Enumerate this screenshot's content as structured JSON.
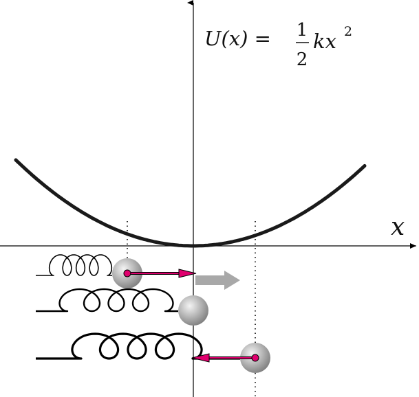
{
  "equation": {
    "lhs": "U(x) =",
    "frac_num": "1",
    "frac_den": "2",
    "rhs": "kx",
    "exp": "2"
  },
  "axis": {
    "x_label": "x"
  },
  "colors": {
    "curve": "#1a1a1a",
    "axis": "#000000",
    "spring": "#000000",
    "force_arrow": "#e0006e",
    "velocity_arrow": "#a8a8a8",
    "mass_light": "#f4f4f4",
    "mass_dark": "#7d7d7d"
  }
}
